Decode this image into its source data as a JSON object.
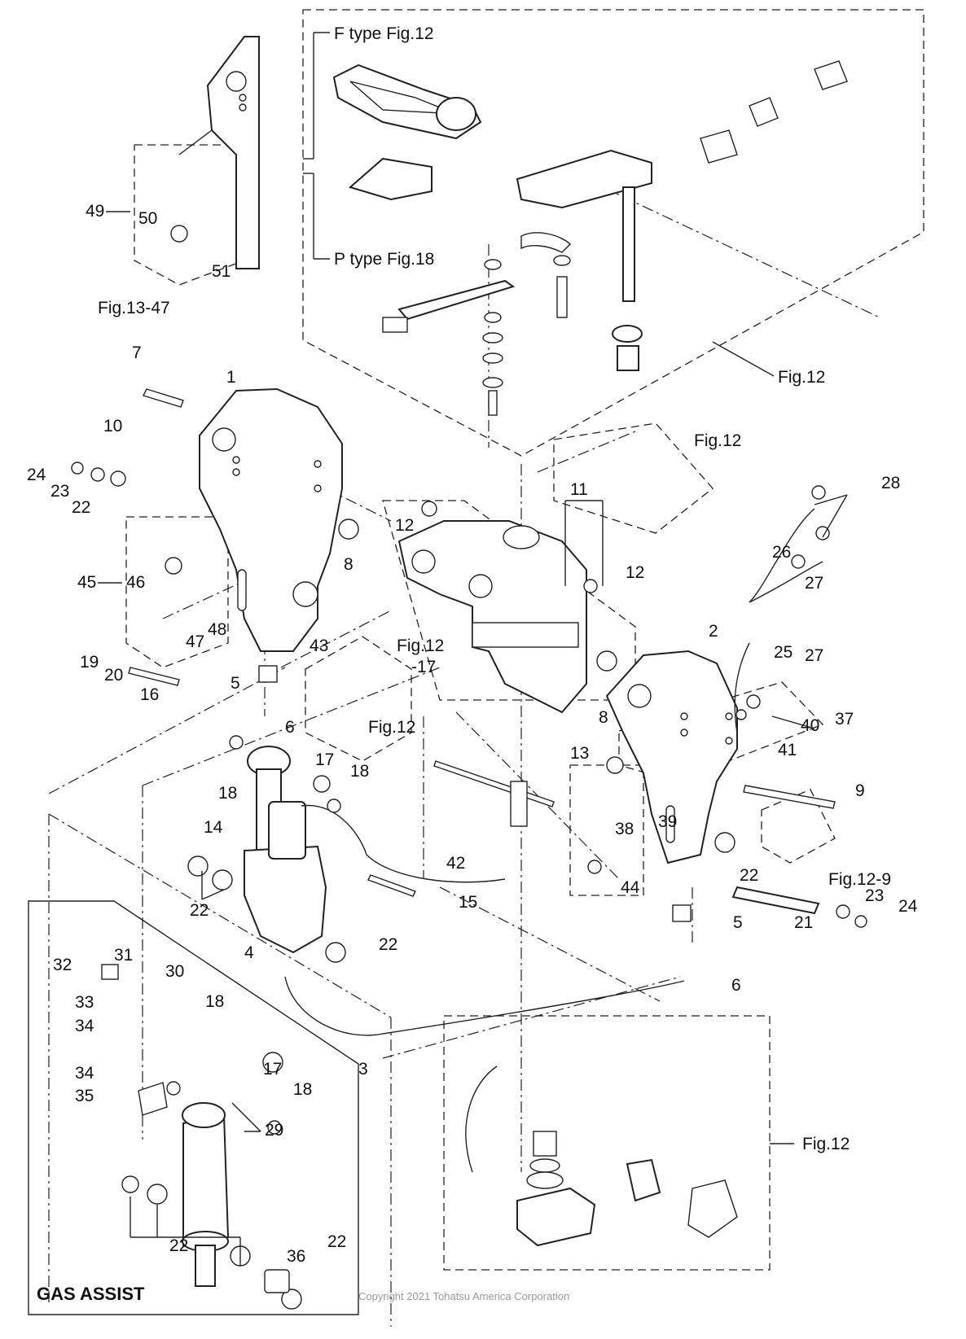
{
  "figure_refs": {
    "f_type": "F type Fig.12",
    "p_type": "P type Fig.18",
    "fig13_47": "Fig.13-47",
    "fig12_top_right": "Fig.12",
    "fig12_mid_right": "Fig.12",
    "fig12_17_a": "Fig.12",
    "fig12_17_b": "-17",
    "fig12_center": "Fig.12",
    "fig12_9": "Fig.12-9",
    "fig12_bottom": "Fig.12"
  },
  "part_labels": {
    "p1": "1",
    "p2": "2",
    "p3": "3",
    "p4": "4",
    "p5a": "5",
    "p5b": "5",
    "p6a": "6",
    "p6b": "6",
    "p7": "7",
    "p8a": "8",
    "p8b": "8",
    "p9": "9",
    "p10": "10",
    "p11": "11",
    "p12a": "12",
    "p12b": "12",
    "p13": "13",
    "p14": "14",
    "p15": "15",
    "p16": "16",
    "p17a": "17",
    "p17b": "17",
    "p18a": "18",
    "p18b": "18",
    "p18c": "18",
    "p18d": "18",
    "p19": "19",
    "p20": "20",
    "p21": "21",
    "p22a": "22",
    "p22b": "22",
    "p22c": "22",
    "p22d": "22",
    "p22e": "22",
    "p22f": "22",
    "p23a": "23",
    "p23b": "23",
    "p24a": "24",
    "p24b": "24",
    "p25": "25",
    "p26": "26",
    "p27a": "27",
    "p27b": "27",
    "p28": "28",
    "p29": "29",
    "p30": "30",
    "p31": "31",
    "p32": "32",
    "p33": "33",
    "p34a": "34",
    "p34b": "34",
    "p35": "35",
    "p36": "36",
    "p37": "37",
    "p38": "38",
    "p39": "39",
    "p40": "40",
    "p41": "41",
    "p42": "42",
    "p43": "43",
    "p44": "44",
    "p45": "45",
    "p46": "46",
    "p47": "47",
    "p48": "48",
    "p49": "49",
    "p50": "50",
    "p51": "51"
  },
  "gas_assist": "GAS ASSIST",
  "copyright": "Copyright 2021 Tohatsu America Corporation"
}
